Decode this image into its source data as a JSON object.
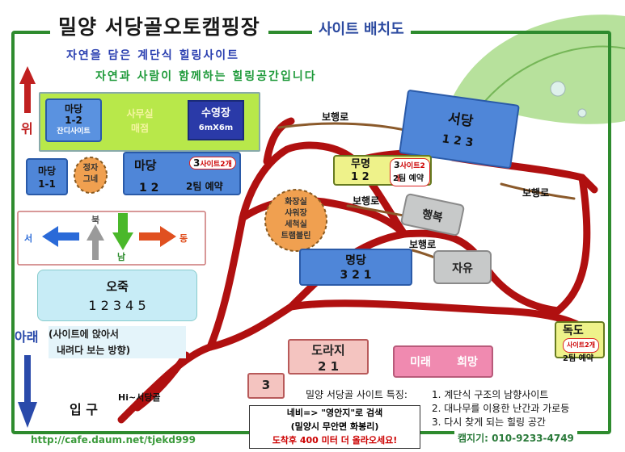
{
  "title": "밀양 서당골오토캠핑장",
  "subtitle": "사이트 배치도",
  "slogan_line1": "자연을 담은 계단식 힐링사이트",
  "slogan_line2": "자연과 사람이 함께하는 힐링공간입니다",
  "direction_up": "위",
  "direction_down": "아래",
  "view_note_line1": "(사이트에 앉아서",
  "view_note_line2": "내려다 보는 방향)",
  "entrance": "입 구",
  "entrance_sign": "Hi~서당골",
  "legend": {
    "madang12": {
      "name": "마당",
      "num": "1-2",
      "sub": "잔디사이트"
    },
    "office": {
      "line1": "사무실",
      "line2": "매점"
    },
    "pool": {
      "name": "수영장",
      "size": "6mX6m"
    }
  },
  "sites": {
    "madang11": {
      "name": "마당",
      "num": "1-1"
    },
    "jeongja": {
      "line1": "정자",
      "line2": "그네"
    },
    "madang": {
      "name": "마당",
      "nums": "1   2",
      "badge": "사이트2개",
      "badge_num": "3",
      "note": "2팀 예약"
    },
    "seodang": {
      "name": "서당",
      "nums": "1   2   3"
    },
    "mumyeong": {
      "name": "무명",
      "nums": "1  2",
      "badge": "사이트2개",
      "badge_num": "3",
      "note": "2팀 예약"
    },
    "restroom": {
      "line1": "화장실",
      "line2": "샤워장",
      "line3": "세척실",
      "line4": "트램블린"
    },
    "haengbok": {
      "name": "행복"
    },
    "myeongdang": {
      "name": "명당",
      "nums": "3   2   1"
    },
    "jayu": {
      "name": "자유"
    },
    "ojuk": {
      "name": "오죽",
      "nums": "1   2   3   4   5"
    },
    "dokdo": {
      "name": "독도",
      "badge": "사이트2개",
      "note": "2팀 예약"
    },
    "doraji": {
      "name": "도라지",
      "nums": "2  1"
    },
    "mirae": {
      "name": "미래"
    },
    "huimang": {
      "name": "희망"
    },
    "site3": {
      "name": "3"
    }
  },
  "paths": {
    "label": "보행로"
  },
  "compass": {
    "north": "북",
    "south": "남",
    "west": "서",
    "east": "동"
  },
  "features": {
    "heading": "밀양 서당골 사이트 특징:",
    "items": [
      "1. 계단식 구조의 남향사이트",
      "2. 대나무를 이용한 난간과 가로등",
      "3. 다시 찾게 되는 힐링 공간"
    ]
  },
  "navi": {
    "line1": "네비=> \"영안지\"로 검색",
    "line2": "(밀양시 무안면 화봉리)",
    "line3": "도착후 400 미터 더 올라오세요!"
  },
  "contact": "캠지기: 010-9233-4749",
  "url": "http://cafe.daum.net/tjekd999",
  "colors": {
    "road": "#b01010",
    "path": "#8b5a2b",
    "frame": "#2e8b2e",
    "site_blue": "#4f86d8"
  }
}
